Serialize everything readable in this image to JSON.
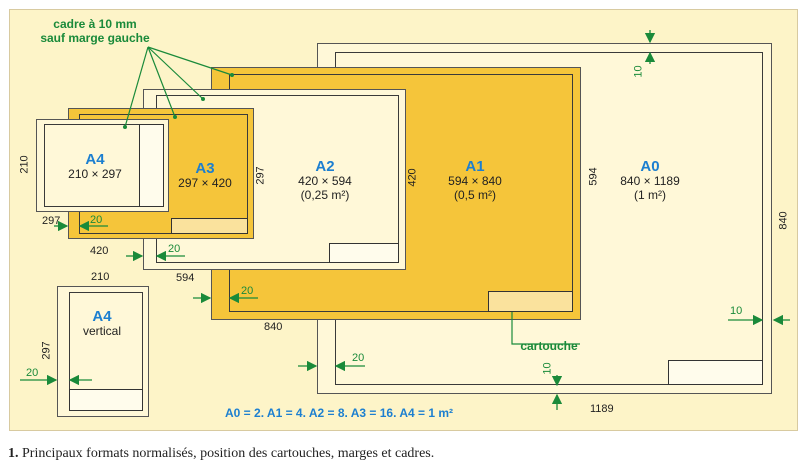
{
  "callouts": {
    "cadre_line1": "cadre à 10 mm",
    "cadre_line2": "sauf marge gauche",
    "cartouche": "cartouche"
  },
  "formats": {
    "A0": {
      "name": "A0",
      "dims": "840 × 1189",
      "area": "(1 m²)"
    },
    "A1": {
      "name": "A1",
      "dims": "594 × 840",
      "area": "(0,5 m²)"
    },
    "A2": {
      "name": "A2",
      "dims": "420 × 594",
      "area": "(0,25 m²)"
    },
    "A3": {
      "name": "A3",
      "dims": "297 × 420"
    },
    "A4": {
      "name": "A4",
      "dims": "210 × 297"
    },
    "A4v": {
      "name": "A4",
      "sub": "vertical"
    }
  },
  "dimensions": {
    "d210_a4": "210",
    "d297_a4": "297",
    "d297_a3": "297",
    "d420_a3": "420",
    "d420_a2": "420",
    "d594_a2": "594",
    "d594_a1": "594",
    "d840_a1": "840",
    "d840_a0": "840",
    "d1189": "1189",
    "d210_a4v": "210",
    "d297_a4v": "297"
  },
  "margins": {
    "m10_top": "10",
    "m10_right": "10",
    "m10_bottom": "10",
    "m20_a4": "20",
    "m20_a3": "20",
    "m20_a2": "20",
    "m20_a1": "20",
    "m20_a4v": "20"
  },
  "formula": "A0 = 2. A1 = 4. A2 = 8. A3 = 16. A4 = 1 m²",
  "caption": {
    "number": "1.",
    "text": " Principaux formats normalisés, position des cartouches, marges et cadres."
  },
  "colors": {
    "background": "#fdf4c8",
    "paper_light": "#fff8d8",
    "paper_yellow": "#f5c53a",
    "blue": "#1c7fd0",
    "green": "#1a8a3a"
  }
}
